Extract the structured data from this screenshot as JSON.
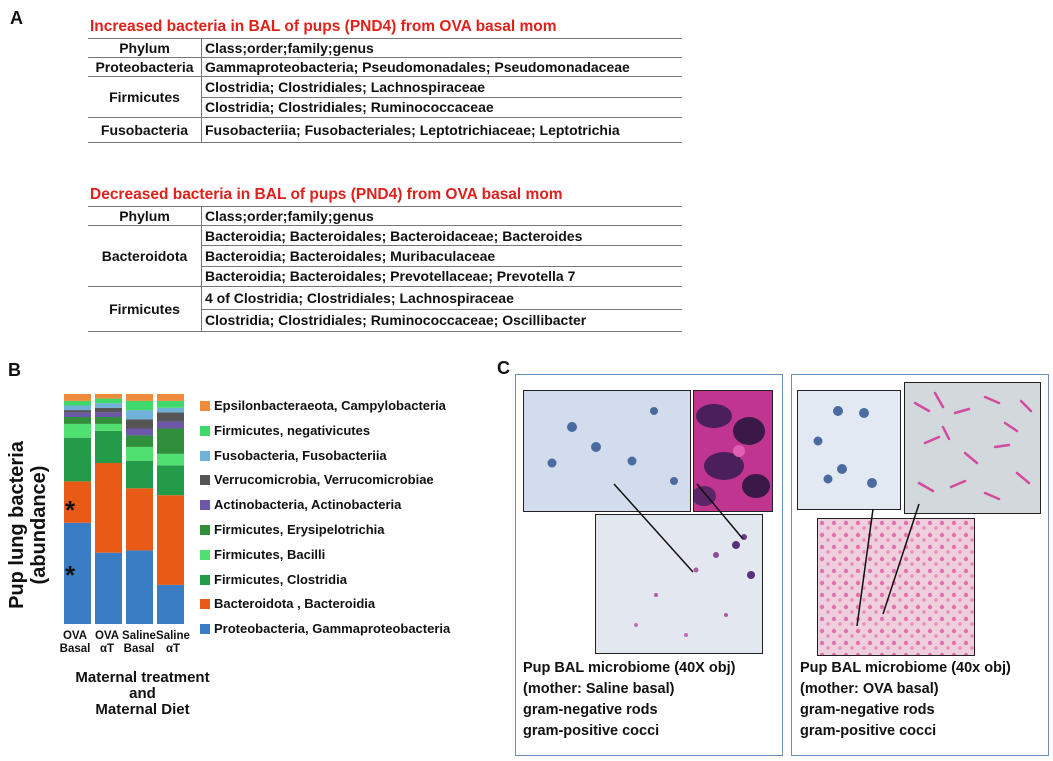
{
  "panel_a": {
    "letter": "A",
    "increased": {
      "title": "Increased bacteria in BAL of pups (PND4) from OVA basal mom",
      "header": [
        "Phylum",
        "Class;order;family;genus"
      ],
      "rows": [
        {
          "phylum": "Proteobacteria",
          "taxa": [
            "Gammaproteobacteria; Pseudomonadales; Pseudomonadaceae"
          ]
        },
        {
          "phylum": "Firmicutes",
          "taxa": [
            "Clostridia; Clostridiales; Lachnospiraceae",
            "Clostridia; Clostridiales; Ruminococcaceae"
          ]
        },
        {
          "phylum": "Fusobacteria",
          "taxa": [
            "Fusobacteriia; Fusobacteriales; Leptotrichiaceae; Leptotrichia"
          ]
        }
      ]
    },
    "decreased": {
      "title": "Decreased bacteria in BAL of pups (PND4) from OVA basal mom",
      "header": [
        "Phylum",
        "Class;order;family;genus"
      ],
      "rows": [
        {
          "phylum": "Bacteroidota",
          "taxa": [
            "Bacteroidia; Bacteroidales; Bacteroidaceae; Bacteroides",
            "Bacteroidia; Bacteroidales; Muribaculaceae",
            "Bacteroidia; Bacteroidales; Prevotellaceae; Prevotella 7"
          ]
        },
        {
          "phylum": "Firmicutes",
          "taxa": [
            "4 of Clostridia; Clostridiales; Lachnospiraceae",
            "Clostridia; Clostridiales; Ruminococcaceae; Oscillibacter"
          ]
        }
      ]
    }
  },
  "panel_b": {
    "letter": "B",
    "ylabel_line1": "Pup lung bacteria",
    "ylabel_line2": "(abundance)",
    "xlabel_line1": "Maternal treatment",
    "xlabel_line2": "and",
    "xlabel_line3": "Maternal Diet",
    "significance_mark": "*"
  },
  "chart_data": {
    "type": "bar",
    "stacked": true,
    "categories": [
      "OVA Basal",
      "OVA αT",
      "Saline Basal",
      "Saline αT"
    ],
    "ylim": [
      0,
      1
    ],
    "series": [
      {
        "name": "Proteobacteria, Gammaproteobacteria",
        "color": "#3a7dc4",
        "values": [
          0.44,
          0.31,
          0.32,
          0.17
        ]
      },
      {
        "name": "Bacteroidota , Bacteroidia",
        "color": "#e85a16",
        "values": [
          0.18,
          0.39,
          0.27,
          0.39
        ]
      },
      {
        "name": "Firmicutes, Clostridia",
        "color": "#239b48",
        "values": [
          0.19,
          0.14,
          0.12,
          0.13
        ]
      },
      {
        "name": "Firmicutes, Bacilli",
        "color": "#4fe070",
        "values": [
          0.06,
          0.03,
          0.06,
          0.05
        ]
      },
      {
        "name": "Firmicutes, Erysipelotrichia",
        "color": "#2f8f3a",
        "values": [
          0.03,
          0.03,
          0.05,
          0.11
        ]
      },
      {
        "name": "Actinobacteria, Actinobacteria",
        "color": "#6c57a8",
        "values": [
          0.02,
          0.02,
          0.03,
          0.03
        ]
      },
      {
        "name": "Verrucomicrobia, Verrucomicrobiae",
        "color": "#555555",
        "values": [
          0.01,
          0.02,
          0.04,
          0.04
        ]
      },
      {
        "name": "Fusobacteria, Fusobacteriia",
        "color": "#6fb1d8",
        "values": [
          0.02,
          0.02,
          0.04,
          0.02
        ]
      },
      {
        "name": "Firmicutes, negativicutes",
        "color": "#3fd86a",
        "values": [
          0.02,
          0.02,
          0.04,
          0.03
        ]
      },
      {
        "name": "Epsilonbacteraeota, Campylobacteria",
        "color": "#f08a3c",
        "values": [
          0.03,
          0.02,
          0.03,
          0.03
        ]
      }
    ],
    "legend_order_top_to_bottom": [
      "Epsilonbacteraeota, Campylobacteria",
      "Firmicutes, negativicutes",
      "Fusobacteria, Fusobacteriia",
      "Verrucomicrobia, Verrucomicrobiae",
      "Actinobacteria, Actinobacteria",
      "Firmicutes, Erysipelotrichia",
      "Firmicutes, Bacilli",
      "Firmicutes, Clostridia",
      "Bacteroidota , Bacteroidia",
      "Proteobacteria, Gammaproteobacteria"
    ],
    "xlabel": "Maternal treatment and Maternal Diet",
    "ylabel": "Pup lung bacteria (abundance)"
  },
  "panel_c": {
    "letter": "C",
    "left": {
      "caption": [
        "Pup BAL microbiome (40X obj)",
        "(mother: Saline basal)",
        "gram-negative rods",
        "gram-positive cocci"
      ]
    },
    "right": {
      "caption": [
        "Pup BAL microbiome (40x obj)",
        "(mother: OVA basal)",
        "gram-negative rods",
        "gram-positive cocci"
      ]
    }
  }
}
